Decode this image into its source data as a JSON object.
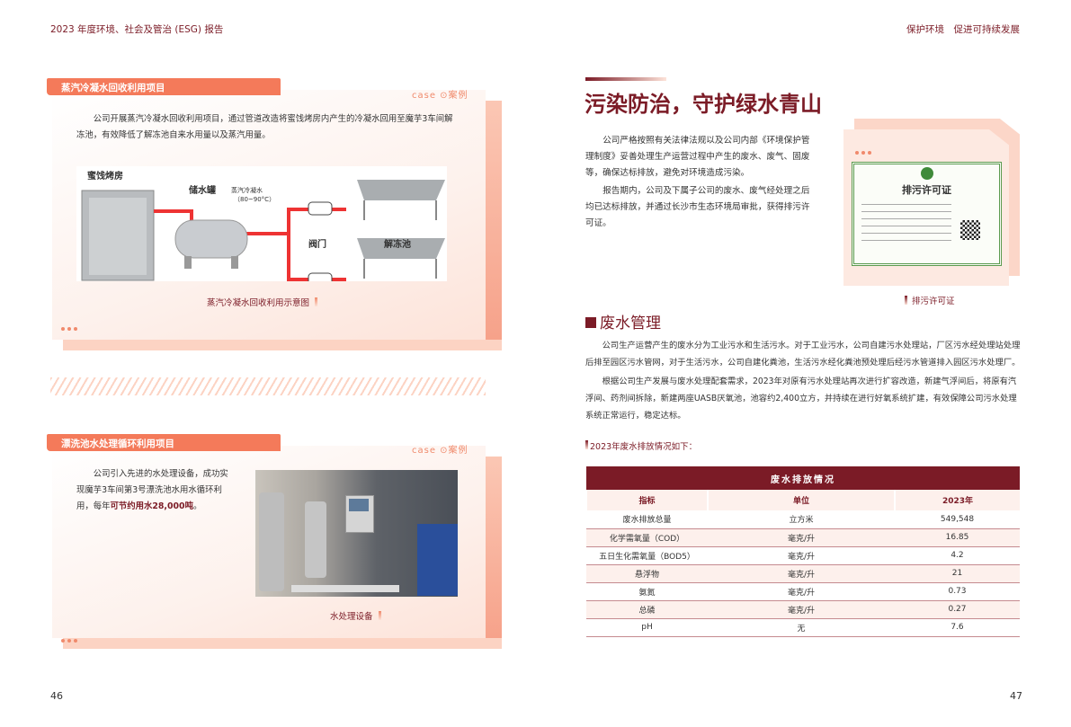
{
  "header": {
    "left": "2023 年度环境、社会及管治 (ESG) 报告",
    "right": "保护环境　促进可持续发展"
  },
  "pages": {
    "left": "46",
    "right": "47"
  },
  "case_label": "case ⊙案例",
  "case1": {
    "title": "蒸汽冷凝水回收利用项目",
    "text": "公司开展蒸汽冷凝水回收利用项目，通过管道改造将蜜饯烤房内产生的冷凝水回用至魔芋3车间解冻池，有效降低了解冻池自来水用量以及蒸汽用量。",
    "diagram": {
      "oven": "蜜饯烤房",
      "tank": "储水罐",
      "steam": "蒸汽冷凝水",
      "temp": "（80~90°C）",
      "valve": "阀门",
      "pool": "解冻池"
    },
    "caption": "蒸汽冷凝水回收利用示意图"
  },
  "case2": {
    "title": "漂洗池水处理循环利用项目",
    "text_a": "公司引入先进的水处理设备，成功实现魔芋3车间第3号漂洗池水用水循环利用，每年",
    "text_b": "可节约用水28,000吨",
    "text_c": "。",
    "caption": "水处理设备"
  },
  "right": {
    "title": "污染防治，守护绿水青山",
    "p1": "公司严格按照有关法律法规以及公司内部《环境保护管理制度》妥善处理生产运营过程中产生的废水、废气、固废等，确保达标排放，避免对环境造成污染。",
    "p2": "报告期内，公司及下属子公司的废水、废气经处理之后均已达标排放，并通过长沙市生态环境局审批，获得排污许可证。",
    "cert_title": "排污许可证",
    "cert_caption": "排污许可证",
    "section": "废水管理",
    "p3": "公司生产运营产生的废水分为工业污水和生活污水。对于工业污水，公司自建污水处理站，厂区污水经处理站处理后排至园区污水管网，对于生活污水，公司自建化粪池，生活污水经化粪池预处理后经污水管道排入园区污水处理厂。",
    "p4": "根据公司生产发展与废水处理配套需求，2023年对原有污水处理站再次进行扩容改造，新建气浮间后，将原有汽浮间、药剂间拆除，新建两座UASB厌氧池，池容约2,400立方，并持续在进行好氧系统扩建，有效保障公司污水处理系统正常运行，稳定达标。",
    "table_intro": "2023年废水排放情况如下："
  },
  "table": {
    "title": "废水排放情况",
    "headers": [
      "指标",
      "单位",
      "2023年"
    ],
    "rows": [
      [
        "废水排放总量",
        "立方米",
        "549,548"
      ],
      [
        "化学需氧量（COD）",
        "毫克/升",
        "16.85"
      ],
      [
        "五日生化需氧量（BOD5）",
        "毫克/升",
        "4.2"
      ],
      [
        "悬浮物",
        "毫克/升",
        "21"
      ],
      [
        "氨氮",
        "毫克/升",
        "0.73"
      ],
      [
        "总磷",
        "毫克/升",
        "0.27"
      ],
      [
        "pH",
        "无",
        "7.6"
      ]
    ]
  }
}
